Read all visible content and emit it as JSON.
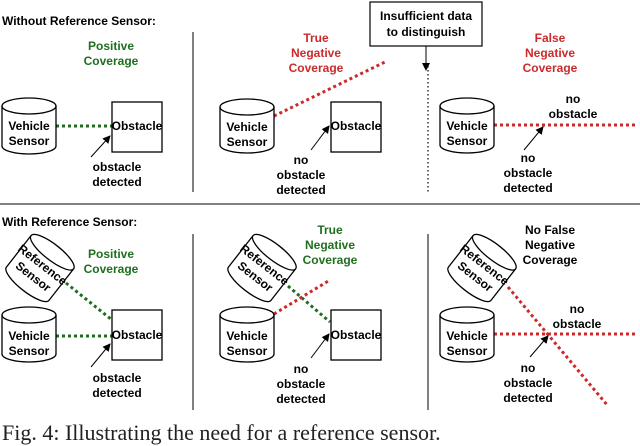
{
  "rows": {
    "without": "Without Reference Sensor:",
    "with": "With Reference Sensor:"
  },
  "colors": {
    "positive": "#1f6e1f",
    "negative": "#cc2a2a",
    "text": "#000000"
  },
  "callout": [
    "Insufficient data",
    "to distinguish"
  ],
  "coverage": {
    "positive": [
      "Positive",
      "Coverage"
    ],
    "true_negative": [
      "True",
      "Negative",
      "Coverage"
    ],
    "false_negative": [
      "False",
      "Negative",
      "Coverage"
    ],
    "no_false_negative": [
      "No False",
      "Negative",
      "Coverage"
    ]
  },
  "sensors": {
    "vehicle": [
      "Vehicle",
      "Sensor"
    ],
    "reference": [
      "Reference",
      "Sensor"
    ]
  },
  "obstacle": "Obstacle",
  "notes": {
    "obstacle_detected": [
      "obstacle",
      "detected"
    ],
    "no_obstacle_detected": [
      "no",
      "obstacle",
      "detected"
    ],
    "no_obstacle": [
      "no",
      "obstacle"
    ]
  },
  "caption": "Fig. 4: Illustrating the need for a reference sensor."
}
